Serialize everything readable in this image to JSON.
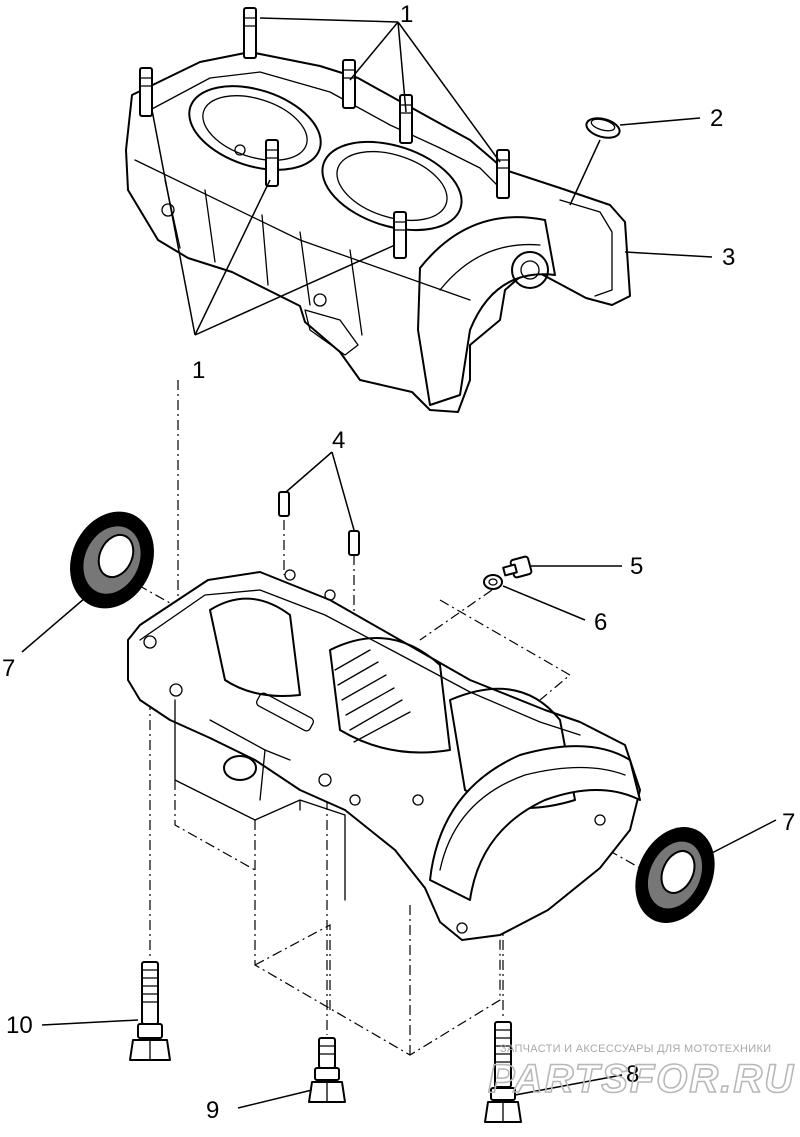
{
  "callouts": [
    {
      "id": "c1a",
      "label": "1"
    },
    {
      "id": "c1b",
      "label": "1"
    },
    {
      "id": "c2",
      "label": "2"
    },
    {
      "id": "c3",
      "label": "3"
    },
    {
      "id": "c4",
      "label": "4"
    },
    {
      "id": "c5",
      "label": "5"
    },
    {
      "id": "c6",
      "label": "6"
    },
    {
      "id": "c7a",
      "label": "7"
    },
    {
      "id": "c7b",
      "label": "7"
    },
    {
      "id": "c8",
      "label": "8"
    },
    {
      "id": "c9",
      "label": "9"
    },
    {
      "id": "c10",
      "label": "10"
    }
  ],
  "watermark": {
    "caption": "ЗАПЧАСТИ И АКСЕССУАРЫ ДЛЯ МОТОТЕХНИКИ",
    "brand": "PARTSFOR.RU"
  },
  "colors": {
    "ink": "#000000",
    "background": "#ffffff",
    "watermark": "#b8b8b8"
  }
}
